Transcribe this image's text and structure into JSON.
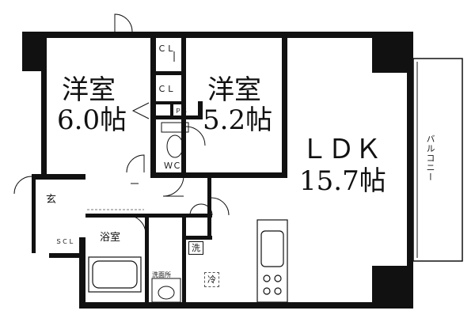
{
  "rooms": {
    "western_room_1": {
      "name": "洋室",
      "size": "6.0帖"
    },
    "western_room_2": {
      "name": "洋室",
      "size": "5.2帖"
    },
    "ldk": {
      "name": "ＬＤＫ",
      "size": "15.7帖"
    }
  },
  "labels": {
    "closet_1": "ＣＬ",
    "closet_2": "ＣＬ",
    "pipe_space": "ＰＳ",
    "toilet": "ＷＣ",
    "entrance": "玄",
    "shoe_closet": "ＳＣＬ",
    "bathroom": "浴室",
    "washroom": "洗面所",
    "washer": "洗",
    "refrigerator": "冷",
    "balcony": "バルコニー"
  }
}
